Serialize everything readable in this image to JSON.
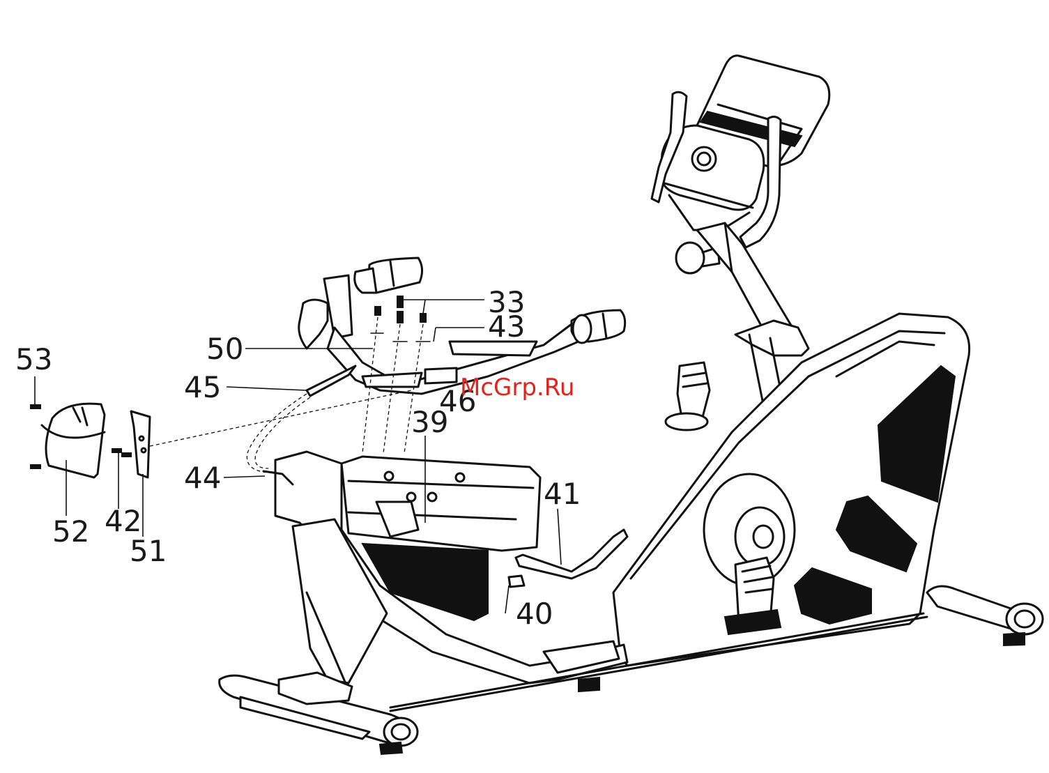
{
  "watermark": {
    "text": "McGrp.Ru",
    "color": "#e0231c"
  },
  "colors": {
    "line": "#111111",
    "background": "#ffffff"
  },
  "labels": [
    {
      "id": "33",
      "text": "33"
    },
    {
      "id": "43",
      "text": "43"
    },
    {
      "id": "50",
      "text": "50"
    },
    {
      "id": "53",
      "text": "53"
    },
    {
      "id": "45",
      "text": "45"
    },
    {
      "id": "46",
      "text": "46"
    },
    {
      "id": "39",
      "text": "39"
    },
    {
      "id": "44",
      "text": "44"
    },
    {
      "id": "41",
      "text": "41"
    },
    {
      "id": "52",
      "text": "52"
    },
    {
      "id": "42",
      "text": "42"
    },
    {
      "id": "51",
      "text": "51"
    },
    {
      "id": "40",
      "text": "40"
    }
  ]
}
